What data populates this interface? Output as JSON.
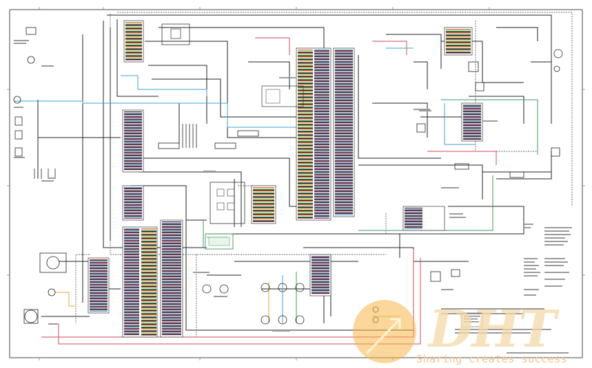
{
  "diagram": {
    "kind": "electrical-schematic",
    "colors": {
      "wire_black": "#222222",
      "wire_red": "#d0455a",
      "wire_blue": "#3ba3d6",
      "wire_green": "#3a9a5e",
      "wire_orange": "#e8a33a",
      "wire_pink": "#e06a9a",
      "wire_purple": "#8a5cc7",
      "wire_yellow": "#e6d23a",
      "wire_gray": "#8a8a8a"
    }
  },
  "watermark": {
    "logo_text": "DHT",
    "tagline": "Sharing creates success",
    "colors": {
      "logo": "#f4d9a6",
      "circle": "#f7b64b",
      "tagline": "#f1c48a"
    }
  }
}
